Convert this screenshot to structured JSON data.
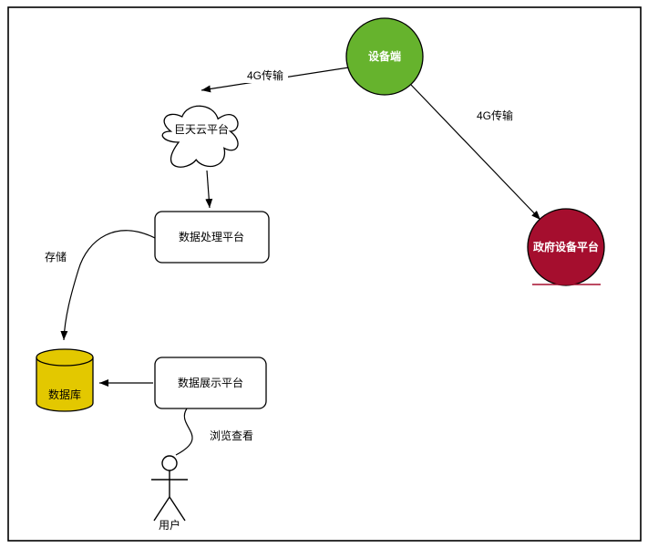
{
  "page": {
    "background": "#ffffff",
    "border_color": "#000000"
  },
  "nodes": {
    "device": {
      "label": "设备端",
      "fill": "#66b32d",
      "text_color": "#ffffff"
    },
    "gov_platform": {
      "label": "政府设备平台",
      "fill": "#a50e2e",
      "text_color": "#ffffff"
    },
    "cloud_platform": {
      "label": "巨天云平台",
      "fill": "#ffffff"
    },
    "data_processing": {
      "label": "数据处理平台",
      "fill": "#ffffff"
    },
    "database": {
      "label": "数据库",
      "fill": "#e3c800",
      "text_color": "#000000"
    },
    "data_display": {
      "label": "数据展示平台",
      "fill": "#ffffff"
    },
    "user": {
      "label": "用户"
    }
  },
  "edges": {
    "device_to_cloud": {
      "label": "4G传输"
    },
    "device_to_gov": {
      "label": "4G传输"
    },
    "processing_to_database": {
      "label": "存储"
    },
    "user_to_display": {
      "label": "浏览查看"
    }
  }
}
